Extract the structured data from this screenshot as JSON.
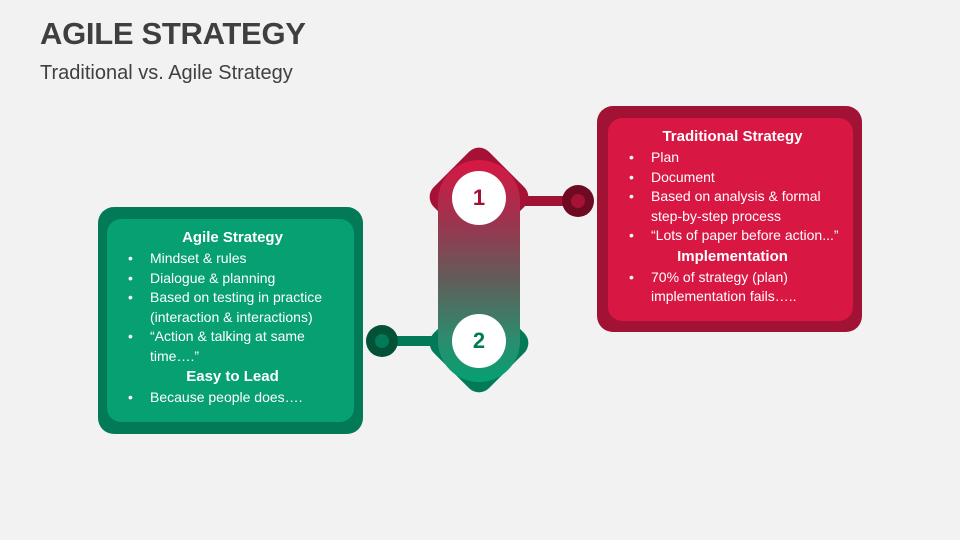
{
  "header": {
    "title": "AGILE STRATEGY",
    "subtitle": "Traditional vs. Agile Strategy"
  },
  "colors": {
    "traditional_outer": "#a11234",
    "traditional_inner": "#d81743",
    "agile_outer": "#037a57",
    "agile_inner": "#06a072",
    "background": "#f2f2f2"
  },
  "steps": [
    {
      "number": "1",
      "label": "Traditional Strategy"
    },
    {
      "number": "2",
      "label": "Agile Strategy"
    }
  ],
  "traditional": {
    "heading": "Traditional Strategy",
    "items": [
      "Plan",
      "Document",
      "Based on analysis & formal step-by-step process",
      "“Lots of paper before action...”"
    ],
    "sub_heading": "Implementation",
    "sub_items": [
      "70% of strategy (plan) implementation fails….."
    ]
  },
  "agile": {
    "heading": "Agile Strategy",
    "items": [
      "Mindset & rules",
      "Dialogue & planning",
      "Based on testing in practice (interaction & interactions)",
      "“Action & talking at same time….”"
    ],
    "sub_heading": "Easy to Lead",
    "sub_items": [
      "Because people does…."
    ]
  }
}
